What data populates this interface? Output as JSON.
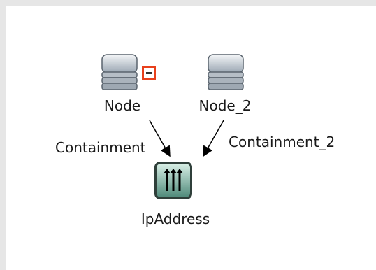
{
  "diagram": {
    "nodes": [
      {
        "id": "node",
        "label": "Node",
        "icon": "server-stack-icon",
        "badge": "collapse-minus-icon"
      },
      {
        "id": "node2",
        "label": "Node_2",
        "icon": "server-stack-icon"
      },
      {
        "id": "ipaddress",
        "label": "IpAddress",
        "icon": "ip-address-icon"
      }
    ],
    "edges": [
      {
        "from": "node",
        "to": "ipaddress",
        "label": "Containment"
      },
      {
        "from": "node2",
        "to": "ipaddress",
        "label": "Containment_2"
      }
    ],
    "colors": {
      "badge": "#e8401c",
      "icon_gray": "#8e9aa6",
      "ip_green": "#4f8a7a"
    }
  }
}
